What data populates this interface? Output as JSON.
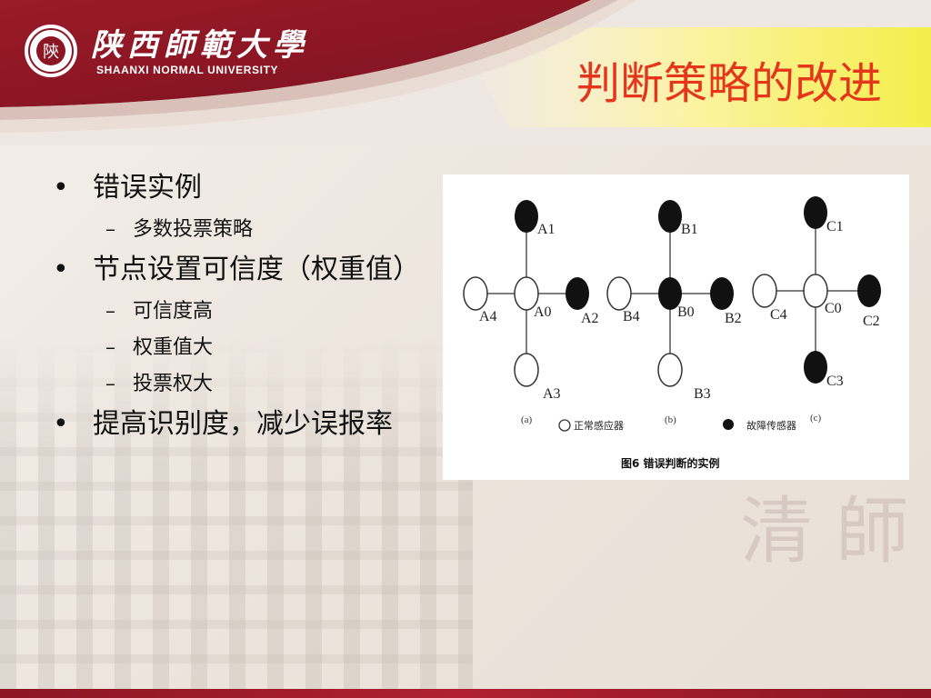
{
  "header": {
    "university_cn": "陕西師範大學",
    "university_en": "SHAANXI NORMAL UNIVERSITY",
    "logo_text": "陝",
    "title": "判断策略的改进"
  },
  "colors": {
    "banner": "#8b1624",
    "title": "#e5361b",
    "highlight": "#f4ee4a"
  },
  "content": {
    "bullets": [
      {
        "text": "错误实例",
        "subs": [
          "多数投票策略"
        ]
      },
      {
        "text": "节点设置可信度（权重值）",
        "subs": [
          "可信度高",
          "权重值大",
          "投票权大"
        ]
      },
      {
        "text": "提高识别度，减少误报率",
        "subs": []
      }
    ]
  },
  "figure": {
    "groups": [
      {
        "panel": "(a)",
        "top": "A1",
        "center": "A0",
        "left": "A4",
        "right": "A2",
        "bottom": "A3"
      },
      {
        "panel": "(b)",
        "top": "B1",
        "center": "B0",
        "left": "B4",
        "right": "B2",
        "bottom": "B3"
      },
      {
        "panel": "(c)",
        "top": "C1",
        "center": "C0",
        "left": "C4",
        "right": "C2",
        "bottom": "C3"
      }
    ],
    "legend": {
      "normal": "正常感应器",
      "fault": "故障传感器"
    },
    "caption": "图6  错误判断的实例"
  },
  "decor": {
    "calligraphy": "清 師"
  }
}
